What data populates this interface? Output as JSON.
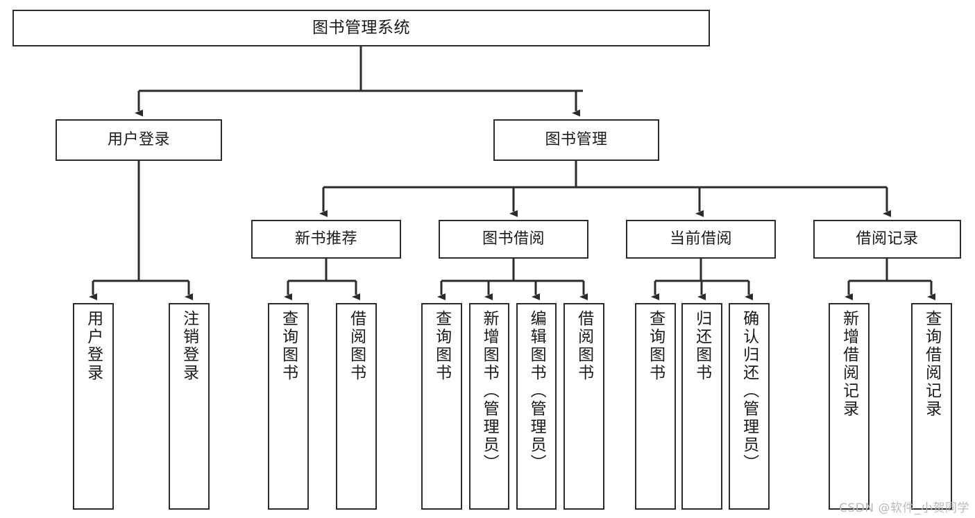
{
  "diagram": {
    "type": "tree",
    "title": "图书管理系统",
    "style": {
      "box_border_color": "#2b2b2b",
      "box_fill_color": "#ffffff",
      "connector_color": "#2b2b2b",
      "text_color": "#1a1a1a",
      "background": "#ffffff"
    },
    "root": {
      "label": "图书管理系统"
    },
    "level2": [
      {
        "label": "用户登录"
      },
      {
        "label": "图书管理"
      }
    ],
    "level3": [
      {
        "label": "新书推荐"
      },
      {
        "label": "图书借阅"
      },
      {
        "label": "当前借阅"
      },
      {
        "label": "借阅记录"
      }
    ],
    "leaves": [
      {
        "label": "用户登录"
      },
      {
        "label": "注销登录"
      },
      {
        "label": "查询图书"
      },
      {
        "label": "借阅图书"
      },
      {
        "label": "查询图书"
      },
      {
        "label": "新增图书（管理员）"
      },
      {
        "label": "编辑图书（管理员）"
      },
      {
        "label": "借阅图书"
      },
      {
        "label": "查询图书"
      },
      {
        "label": "归还图书"
      },
      {
        "label": "确认归还（管理员）"
      },
      {
        "label": "新增借阅记录"
      },
      {
        "label": "查询借阅记录"
      }
    ]
  },
  "watermark": {
    "text": "CSDN @软件_小贺同学"
  }
}
